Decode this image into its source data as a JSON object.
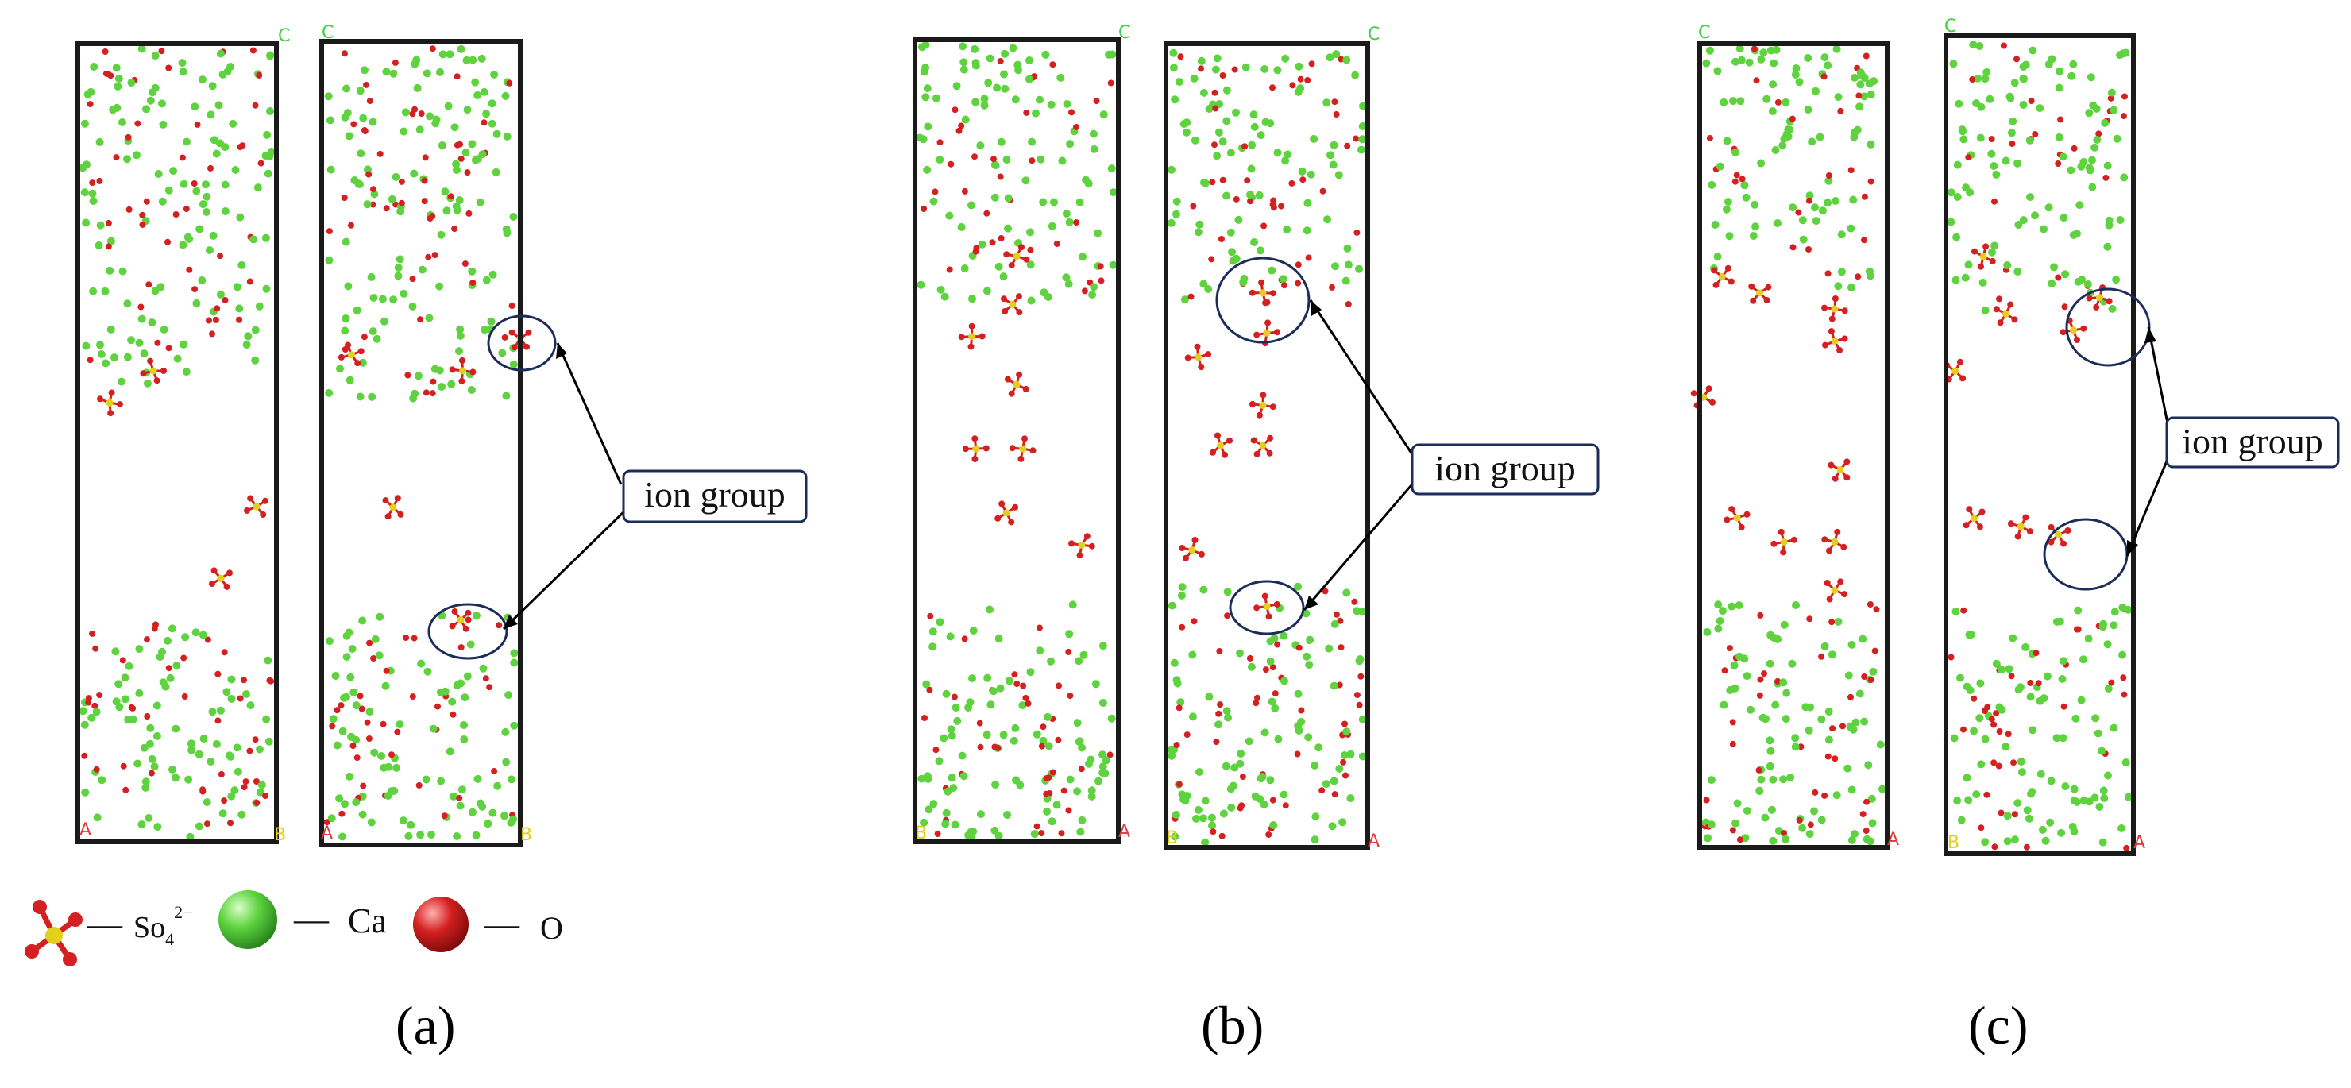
{
  "panels": [
    {
      "label": "(a)",
      "callout": "ion group"
    },
    {
      "label": "(b)",
      "callout": "ion group"
    },
    {
      "label": "(c)",
      "callout": "ion group"
    }
  ],
  "axis_letters": {
    "c": "C",
    "a": "A",
    "b": "B"
  },
  "legend": {
    "sulfate_label": "So",
    "sulfate_sub": "4",
    "sulfate_sup": "2−",
    "calcium_label": "Ca",
    "oxygen_label": "O",
    "dash": "—"
  },
  "colors": {
    "calcium": "#5fd33f",
    "oxygen": "#d42020",
    "sulfur": "#e3cf1d",
    "frame": "#1a1a1a",
    "circle": "#1d2d5a",
    "axis_c": "#3fcf3f",
    "axis_a": "#e23a3a",
    "axis_b": "#e3cf1d"
  }
}
